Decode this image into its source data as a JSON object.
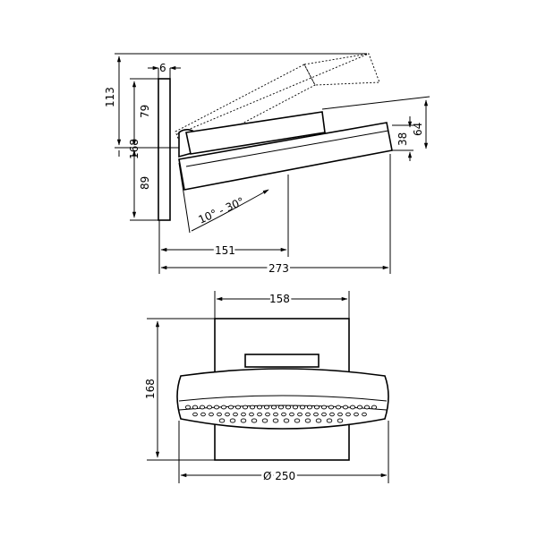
{
  "side_view": {
    "dim_wall_thickness": "6",
    "dim_upper_height": "113",
    "dim_bracket_upper": "79",
    "dim_bracket_total": "168",
    "dim_bracket_lower": "89",
    "dim_head_thickness": "38",
    "dim_head_height": "64",
    "dim_tilt_angle": "10° - 30°",
    "dim_arm_depth": "151",
    "dim_total_depth": "273"
  },
  "front_view": {
    "dim_plate_width": "158",
    "dim_height": "168",
    "dim_head_diameter": "Ø 250"
  },
  "colors": {
    "line": "#000000",
    "background": "#ffffff"
  }
}
